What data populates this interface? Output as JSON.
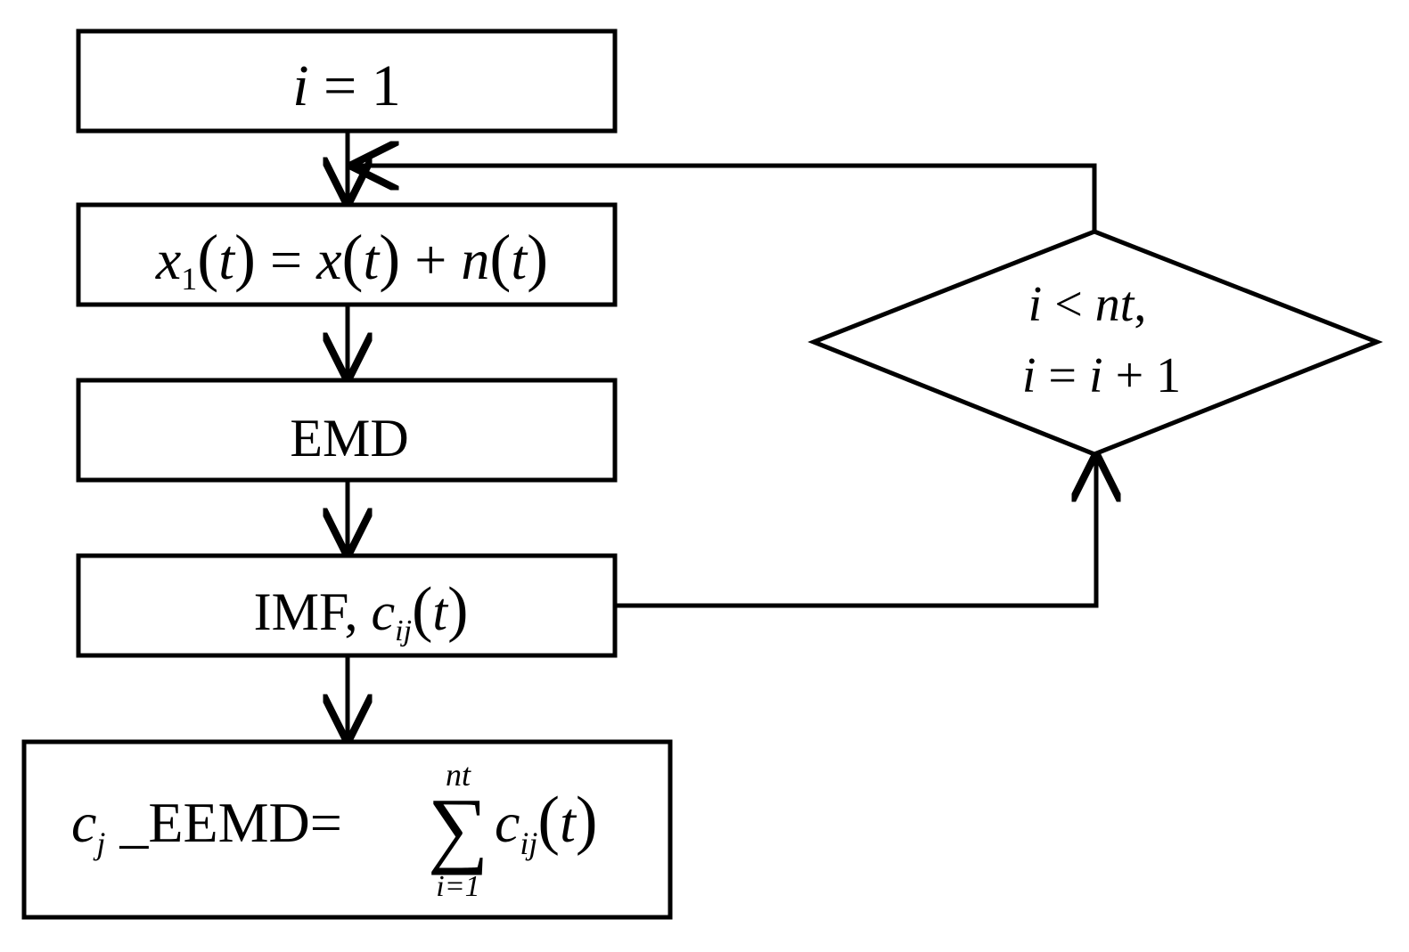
{
  "colors": {
    "stroke": "#000000",
    "background": "#ffffff"
  },
  "nodes": {
    "init": {
      "var": "i",
      "eq": " = ",
      "val": "1"
    },
    "noise": {
      "x": "x",
      "sub1": "1",
      "t": "t",
      "eq": " = ",
      "plus": " + ",
      "n": "n",
      "lp": "(",
      "rp": ")"
    },
    "emd": {
      "label": "EMD"
    },
    "imf": {
      "prefix": "IMF, ",
      "c": "c",
      "sub": "ij",
      "t": "t",
      "lp": "(",
      "rp": ")"
    },
    "result": {
      "c": "c",
      "sub_j": "j",
      "suffix": " _EEMD",
      "eq": "= ",
      "sigma": "∑",
      "upper": "nt",
      "lower": "i=1",
      "c2": "c",
      "sub2": "ij",
      "t": "t",
      "lp": "(",
      "rp": ")"
    },
    "decision": {
      "line1_i": "i",
      "line1_lt": " < ",
      "line1_nt": "nt",
      "line1_comma": ",",
      "line2_i": "i",
      "line2_eq": " = ",
      "line2_i2": "i",
      "line2_plus": " + ",
      "line2_one": "1"
    }
  }
}
